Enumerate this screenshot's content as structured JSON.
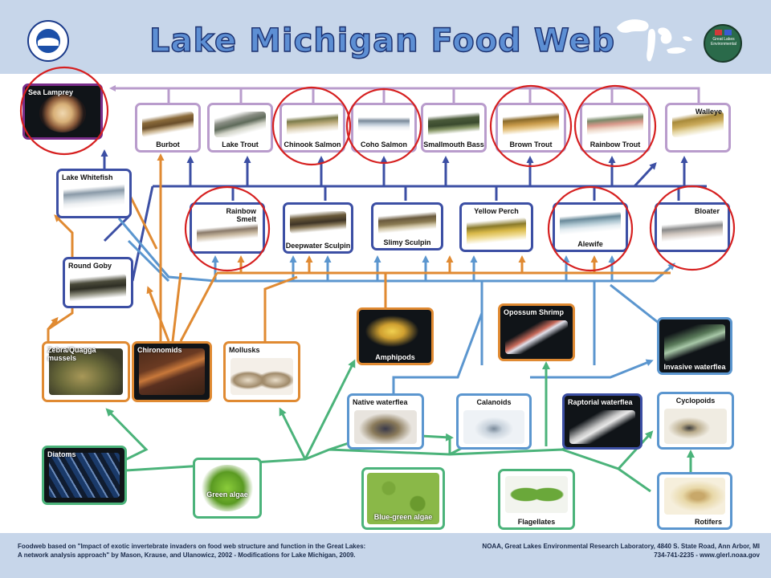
{
  "header": {
    "title": "Lake Michigan Food Web"
  },
  "logos": {
    "glerl_text": "Great Lakes Environmental"
  },
  "organisms": {
    "sea_lamprey": "Sea Lamprey",
    "burbot": "Burbot",
    "lake_trout": "Lake Trout",
    "chinook_salmon": "Chinook Salmon",
    "coho_salmon": "Coho Salmon",
    "smallmouth_bass": "Smallmouth Bass",
    "brown_trout": "Brown Trout",
    "rainbow_trout": "Rainbow Trout",
    "walleye": "Walleye",
    "lake_whitefish": "Lake Whitefish",
    "rainbow_smelt": "Rainbow Smelt",
    "deepwater_sculpin": "Deepwater Sculpin",
    "slimy_sculpin": "Slimy Sculpin",
    "yellow_perch": "Yellow Perch",
    "alewife": "Alewife",
    "bloater": "Bloater",
    "round_goby": "Round Goby",
    "zebra_quagga": "Zebra/Quagga mussels",
    "chironomids": "Chironomids",
    "mollusks": "Mollusks",
    "amphipods": "Amphipods",
    "opossum_shrimp": "Opossum Shrimp",
    "invasive_waterflea": "Invasive waterflea",
    "native_waterflea": "Native waterflea",
    "calanoids": "Calanoids",
    "raptorial_waterflea": "Raptorial waterflea",
    "cyclopoids": "Cyclopoids",
    "diatoms": "Diatoms",
    "green_algae": "Green algae",
    "blue_green_algae": "Blue-green algae",
    "flagellates": "Flagellates",
    "rotifers": "Rotifers"
  },
  "colors": {
    "top_predator_link": "#b99ccc",
    "forage_link": "#3c4fa4",
    "zooplankton_link": "#5b96cf",
    "benthic_link": "#e08a32",
    "algae_link": "#4bb37a",
    "invasive_highlight": "#d62020"
  },
  "footer": {
    "credit_line1": "Foodweb based on \"Impact of exotic invertebrate invaders on food web structure and function in the Great Lakes:",
    "credit_line2": "A network analysis approach\" by Mason, Krause, and Ulanowicz, 2002 - Modifications for Lake Michigan, 2009.",
    "lab_line1": "NOAA, Great Lakes Environmental Research Laboratory, 4840 S. State Road, Ann Arbor, MI",
    "lab_line2": "734-741-2235 - www.glerl.noaa.gov"
  }
}
